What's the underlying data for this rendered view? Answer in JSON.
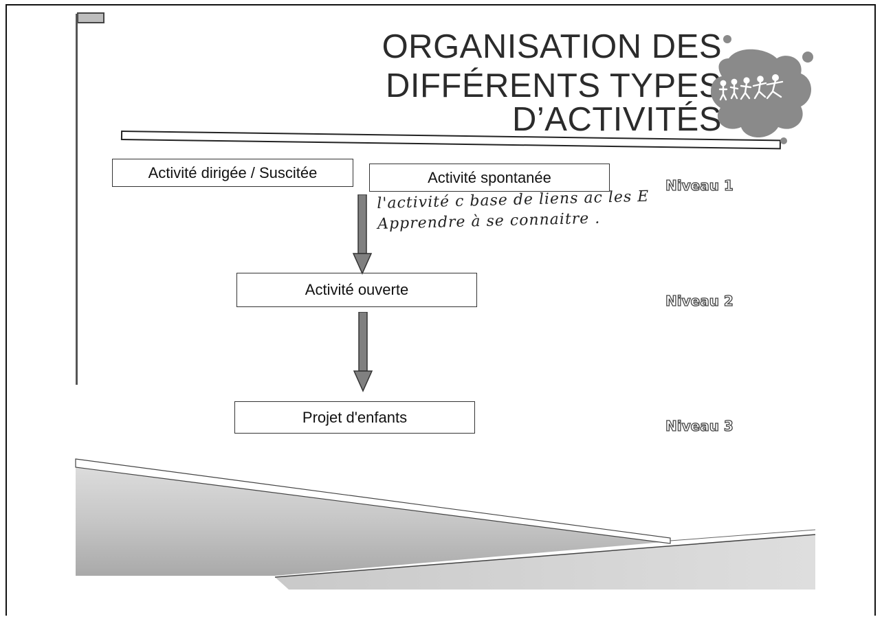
{
  "slide": {
    "title_lines": [
      "ORGANISATION DES",
      "DIFFÉRENTS TYPES",
      "D’ACTIVITÉS"
    ],
    "boxes": {
      "dirigee": "Activité dirigée / Suscitée",
      "spontanee": "Activité spontanée",
      "ouverte": "Activité ouverte",
      "projet": "Projet d'enfants"
    },
    "levels": [
      "Niveau 1",
      "Niveau 2",
      "Niveau 3"
    ],
    "handwritten_note": [
      "l'activité c base de liens ac les E",
      "Apprendre à se connaitre ."
    ]
  },
  "colors": {
    "splash": "#8a8a8a",
    "arrow_fill": "#808080",
    "text": "#111111"
  },
  "icons": {
    "logo": "paint-splash-children-logo",
    "arrows": "down-arrow-icon"
  }
}
